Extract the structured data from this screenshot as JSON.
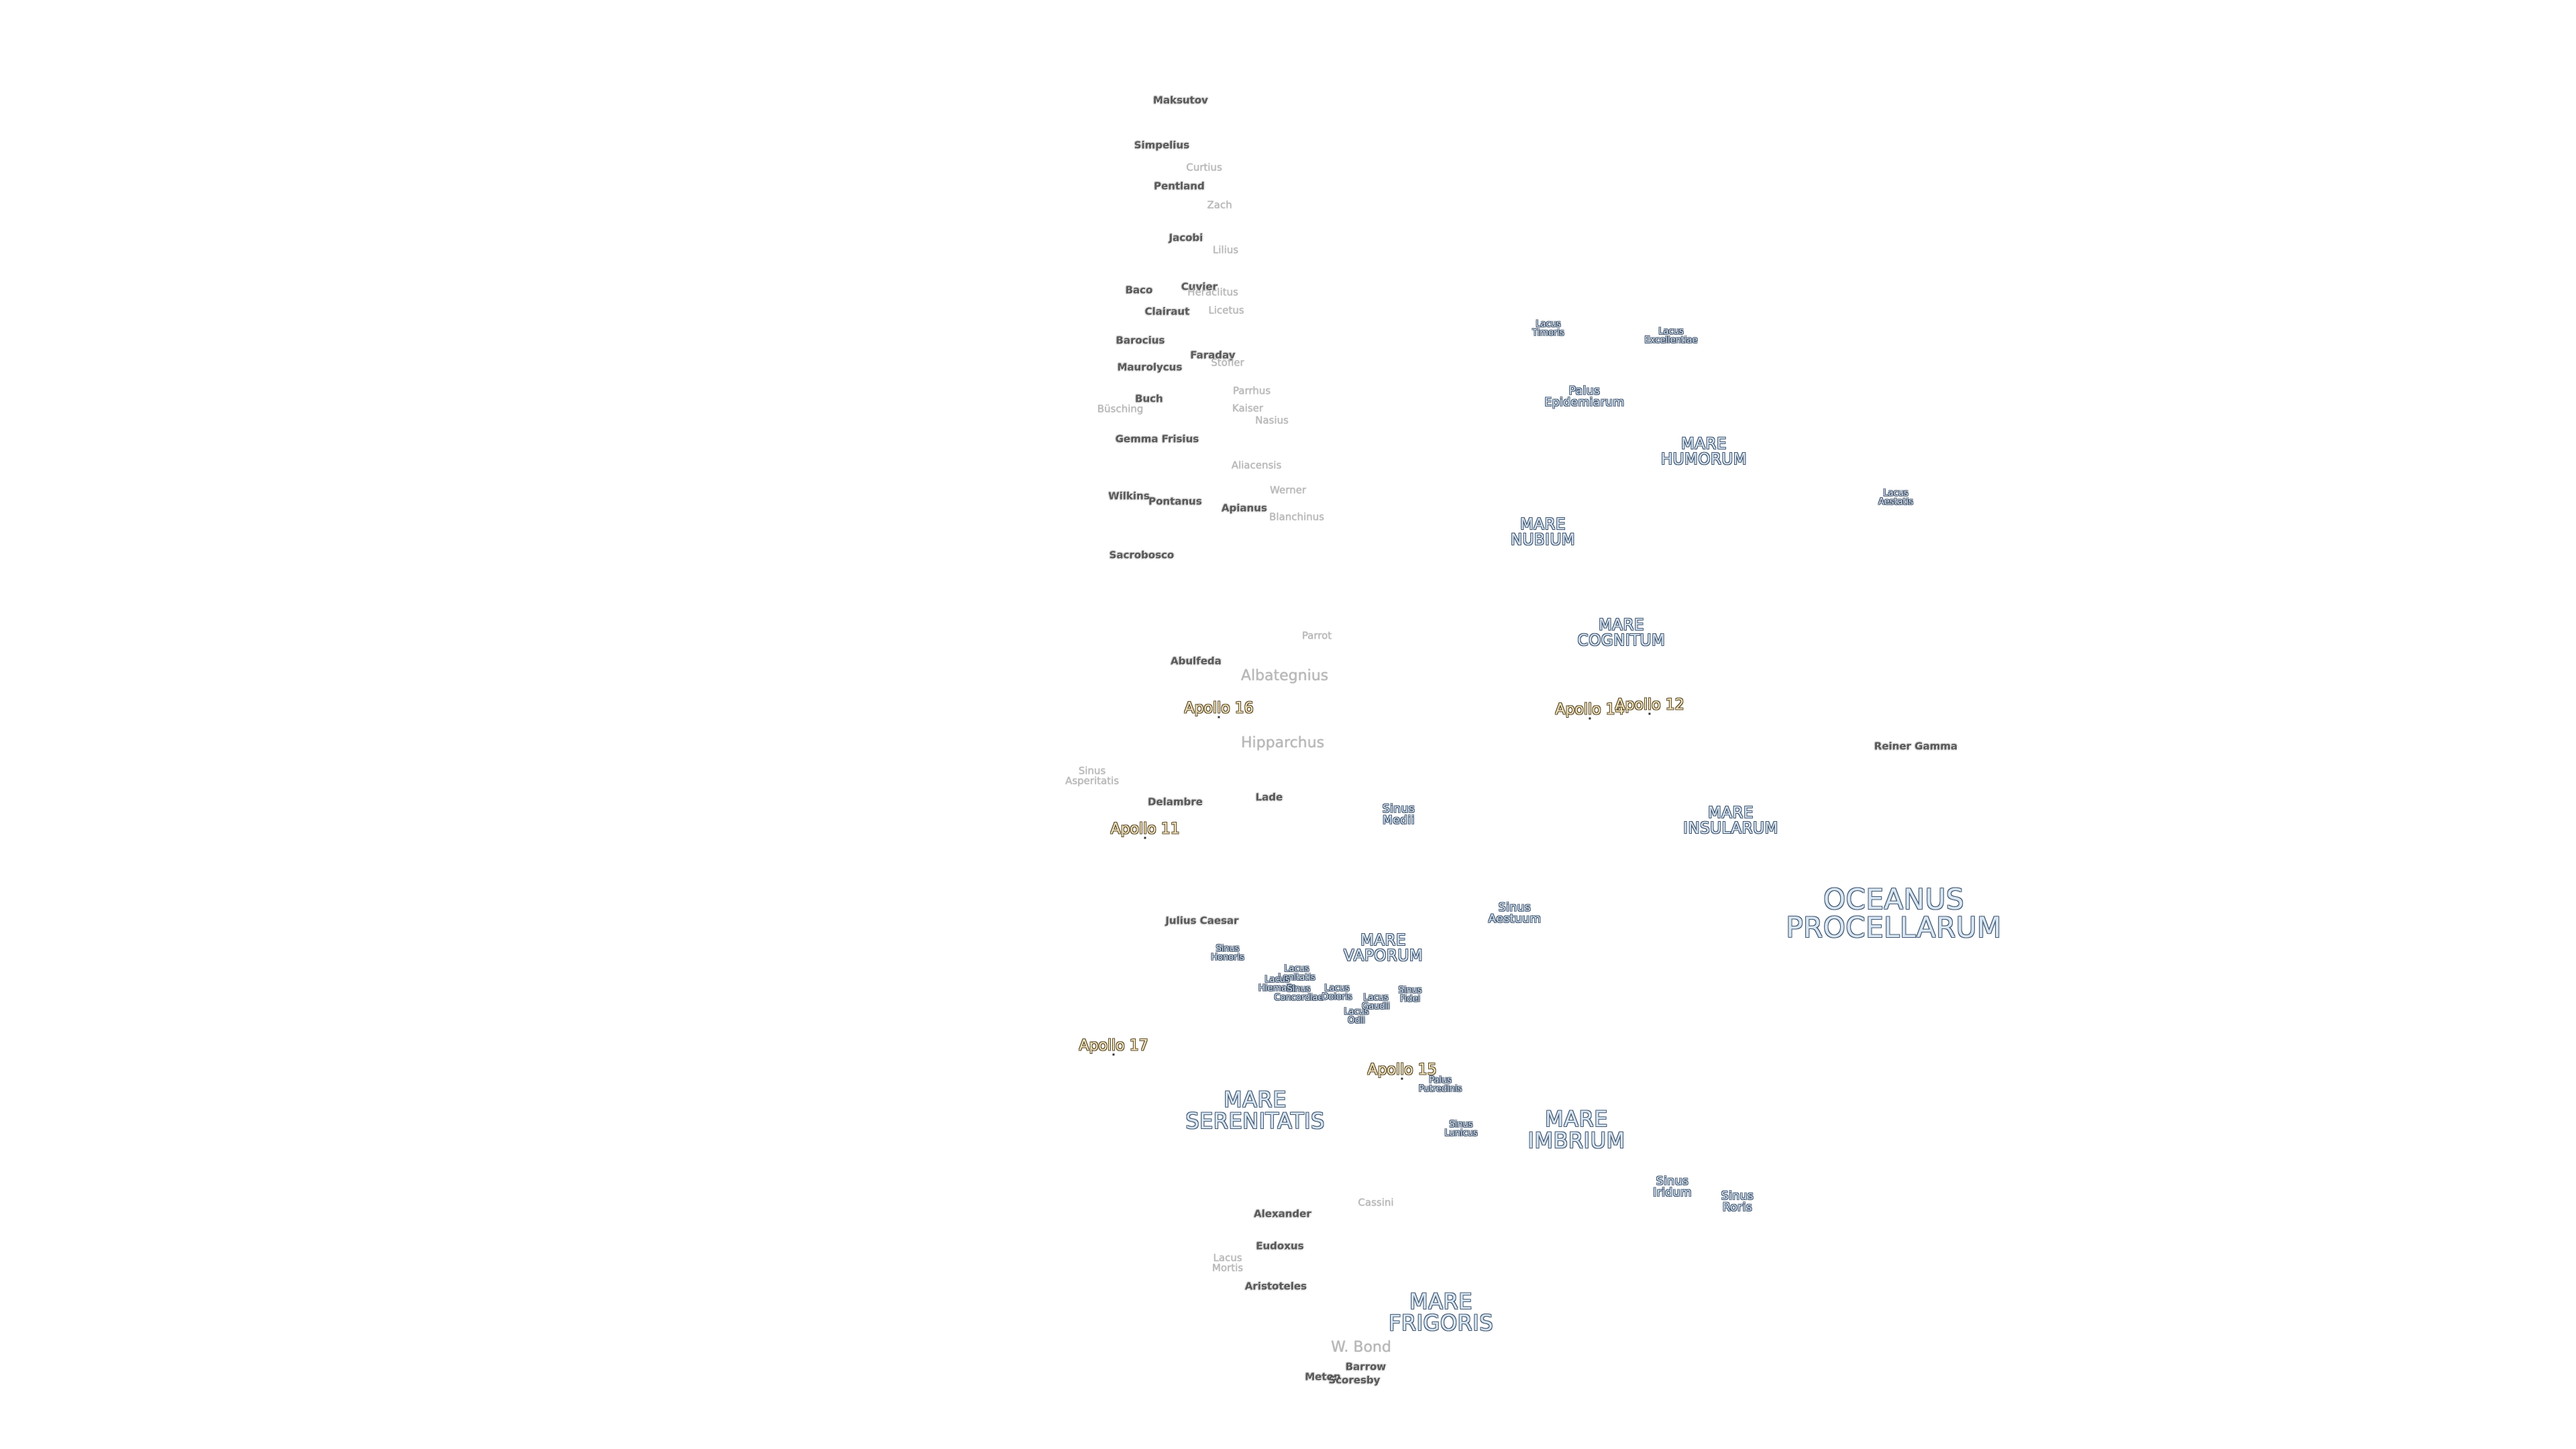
{
  "map": {
    "labels": [
      {
        "id": "maksutov",
        "text": [
          "Maksutov"
        ],
        "cls": "crater"
      },
      {
        "id": "simpelius",
        "text": [
          "Simpelius"
        ],
        "cls": "crater"
      },
      {
        "id": "curtius",
        "text": [
          "Curtius"
        ],
        "cls": "crater faint"
      },
      {
        "id": "pentland",
        "text": [
          "Pentland"
        ],
        "cls": "crater"
      },
      {
        "id": "zach",
        "text": [
          "Zach"
        ],
        "cls": "crater faint"
      },
      {
        "id": "jacobi",
        "text": [
          "Jacobi"
        ],
        "cls": "crater"
      },
      {
        "id": "lilius",
        "text": [
          "Lilius"
        ],
        "cls": "crater faint"
      },
      {
        "id": "baco",
        "text": [
          "Baco"
        ],
        "cls": "crater"
      },
      {
        "id": "cuvier",
        "text": [
          "Cuvier"
        ],
        "cls": "crater"
      },
      {
        "id": "heraclitus",
        "text": [
          "Heraclitus"
        ],
        "cls": "crater faint"
      },
      {
        "id": "clairaut",
        "text": [
          "Clairaut"
        ],
        "cls": "crater"
      },
      {
        "id": "licetus",
        "text": [
          "Licetus"
        ],
        "cls": "crater faint"
      },
      {
        "id": "barocius",
        "text": [
          "Barocius"
        ],
        "cls": "crater"
      },
      {
        "id": "faraday",
        "text": [
          "Faraday"
        ],
        "cls": "crater"
      },
      {
        "id": "stoefler",
        "text": [
          "Stöfler"
        ],
        "cls": "crater faint"
      },
      {
        "id": "maurolycus",
        "text": [
          "Maurolycus"
        ],
        "cls": "crater"
      },
      {
        "id": "buch",
        "text": [
          "Buch"
        ],
        "cls": "crater"
      },
      {
        "id": "parrhus",
        "text": [
          "Parrhus"
        ],
        "cls": "crater faint"
      },
      {
        "id": "busching",
        "text": [
          "Büsching"
        ],
        "cls": "crater faint"
      },
      {
        "id": "kaiser",
        "text": [
          "Kaiser"
        ],
        "cls": "crater faint"
      },
      {
        "id": "nasius",
        "text": [
          "Nasius"
        ],
        "cls": "crater faint"
      },
      {
        "id": "gemma",
        "text": [
          "Gemma Frisius"
        ],
        "cls": "crater"
      },
      {
        "id": "aliacensis",
        "text": [
          "Aliacensis"
        ],
        "cls": "crater faint"
      },
      {
        "id": "werner",
        "text": [
          "Werner"
        ],
        "cls": "crater faint"
      },
      {
        "id": "wilkins",
        "text": [
          "Wilkins"
        ],
        "cls": "crater"
      },
      {
        "id": "pontanus",
        "text": [
          "Pontanus"
        ],
        "cls": "crater"
      },
      {
        "id": "apianus",
        "text": [
          "Apianus"
        ],
        "cls": "crater"
      },
      {
        "id": "blanchinus",
        "text": [
          "Blanchinus"
        ],
        "cls": "crater faint"
      },
      {
        "id": "sacrobosco",
        "text": [
          "Sacrobosco"
        ],
        "cls": "crater"
      },
      {
        "id": "parrot",
        "text": [
          "Parrot"
        ],
        "cls": "crater faint"
      },
      {
        "id": "abulfeda",
        "text": [
          "Abulfeda"
        ],
        "cls": "crater"
      },
      {
        "id": "albategnius",
        "text": [
          "Albategnius"
        ],
        "cls": "crater faint big"
      },
      {
        "id": "hipparchus",
        "text": [
          "Hipparchus"
        ],
        "cls": "crater faint big"
      },
      {
        "id": "sinus-asp",
        "text": [
          "Sinus",
          "Asperitatis"
        ],
        "cls": "crater faint"
      },
      {
        "id": "delambre",
        "text": [
          "Delambre"
        ],
        "cls": "crater"
      },
      {
        "id": "lade",
        "text": [
          "Lade"
        ],
        "cls": "crater"
      },
      {
        "id": "julius",
        "text": [
          "Julius Caesar"
        ],
        "cls": "crater"
      },
      {
        "id": "alexander",
        "text": [
          "Alexander"
        ],
        "cls": "crater"
      },
      {
        "id": "cassini",
        "text": [
          "Cassini"
        ],
        "cls": "crater faint"
      },
      {
        "id": "eudoxus",
        "text": [
          "Eudoxus"
        ],
        "cls": "crater"
      },
      {
        "id": "lacus-mortis",
        "text": [
          "Lacus",
          "Mortis"
        ],
        "cls": "crater faint"
      },
      {
        "id": "aristoteles",
        "text": [
          "Aristoteles"
        ],
        "cls": "crater"
      },
      {
        "id": "wbond",
        "text": [
          "W. Bond"
        ],
        "cls": "crater faint big"
      },
      {
        "id": "barrow",
        "text": [
          "Barrow"
        ],
        "cls": "crater"
      },
      {
        "id": "meton",
        "text": [
          "Meton"
        ],
        "cls": "crater"
      },
      {
        "id": "scoresby",
        "text": [
          "Scoresby"
        ],
        "cls": "crater"
      },
      {
        "id": "raineir",
        "text": [
          "Reiner Gamma"
        ],
        "cls": "crater"
      },
      {
        "id": "lacus-timoris",
        "text": [
          "Lacus",
          "Timoris"
        ],
        "cls": "lake"
      },
      {
        "id": "lacus-exc",
        "text": [
          "Lacus",
          "Excellentiae"
        ],
        "cls": "lake"
      },
      {
        "id": "lacus-aestatis",
        "text": [
          "Lacus",
          "Aestatis"
        ],
        "cls": "lake"
      },
      {
        "id": "palus-epid",
        "text": [
          "Palus",
          "Epidemiarum"
        ],
        "cls": "sea small"
      },
      {
        "id": "sinus-medii",
        "text": [
          "Sinus",
          "Medii"
        ],
        "cls": "sea small"
      },
      {
        "id": "sinus-aestuum",
        "text": [
          "Sinus",
          "Aestuum"
        ],
        "cls": "sea small"
      },
      {
        "id": "sinus-honoris",
        "text": [
          "Sinus",
          "Honoris"
        ],
        "cls": "lake"
      },
      {
        "id": "lacus-lenitatis",
        "text": [
          "Lacus",
          "Lenitatis"
        ],
        "cls": "lake"
      },
      {
        "id": "lacus-hiemalis",
        "text": [
          "Lacus",
          "Hiemalis"
        ],
        "cls": "lake"
      },
      {
        "id": "sinus-amoris",
        "text": [
          "Sinus",
          "Concordiae"
        ],
        "cls": "lake"
      },
      {
        "id": "lacus-doloris",
        "text": [
          "Lacus",
          "Doloris"
        ],
        "cls": "lake"
      },
      {
        "id": "lacus-gaudii",
        "text": [
          "Lacus",
          "Gaudii"
        ],
        "cls": "lake"
      },
      {
        "id": "lacus-odii",
        "text": [
          "Lacus",
          "Odii"
        ],
        "cls": "lake"
      },
      {
        "id": "sinus-fidei",
        "text": [
          "Sinus",
          "Fidei"
        ],
        "cls": "lake"
      },
      {
        "id": "palus-putredinis",
        "text": [
          "Palus",
          "Putredinis"
        ],
        "cls": "lake"
      },
      {
        "id": "sinus-lunicus",
        "text": [
          "Sinus",
          "Lunicus"
        ],
        "cls": "lake"
      },
      {
        "id": "sinus-iridum",
        "text": [
          "Sinus",
          "Iridum"
        ],
        "cls": "sea small"
      },
      {
        "id": "sinus-roris",
        "text": [
          "Sinus",
          "Roris"
        ],
        "cls": "sea small"
      },
      {
        "id": "mare-humorum",
        "text": [
          "MARE",
          "HUMORUM"
        ],
        "cls": "sea"
      },
      {
        "id": "mare-nubium",
        "text": [
          "MARE",
          "NUBIUM"
        ],
        "cls": "sea"
      },
      {
        "id": "mare-cognitum",
        "text": [
          "MARE",
          "COGNITUM"
        ],
        "cls": "sea"
      },
      {
        "id": "mare-insularum",
        "text": [
          "MARE",
          "INSULARUM"
        ],
        "cls": "sea"
      },
      {
        "id": "mare-vaporum",
        "text": [
          "MARE",
          "VAPORUM"
        ],
        "cls": "sea"
      },
      {
        "id": "mare-serenitatis",
        "text": [
          "MARE",
          "SERENITATIS"
        ],
        "cls": "sea med"
      },
      {
        "id": "mare-imbrium",
        "text": [
          "MARE",
          "IMBRIUM"
        ],
        "cls": "sea med"
      },
      {
        "id": "mare-frigoris",
        "text": [
          "MARE",
          "FRIGORIS"
        ],
        "cls": "sea med"
      },
      {
        "id": "oceanus",
        "text": [
          "OCEANUS",
          "PROCELLARUM"
        ],
        "cls": "sea large"
      },
      {
        "id": "apollo16",
        "text": [
          "Apollo 16"
        ],
        "cls": "apollo"
      },
      {
        "id": "apollo14",
        "text": [
          "Apollo 14"
        ],
        "cls": "apollo"
      },
      {
        "id": "apollo12",
        "text": [
          "Apollo 12"
        ],
        "cls": "apollo"
      },
      {
        "id": "apollo11",
        "text": [
          "Apollo 11"
        ],
        "cls": "apollo"
      },
      {
        "id": "apollo17",
        "text": [
          "Apollo 17"
        ],
        "cls": "apollo"
      },
      {
        "id": "apollo15",
        "text": [
          "Apollo 15"
        ],
        "cls": "apollo"
      }
    ]
  }
}
